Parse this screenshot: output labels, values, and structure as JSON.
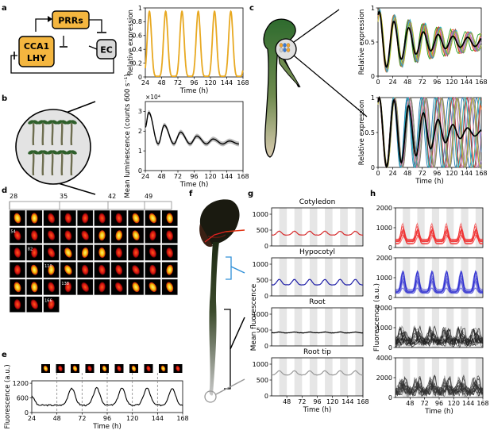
{
  "figure": {
    "panel_letters": [
      "a",
      "b",
      "c",
      "d",
      "e",
      "f",
      "g",
      "h"
    ]
  },
  "panel_a": {
    "genes": {
      "prr": "PRRs",
      "cca1": "CCA1",
      "lhy": "LHY",
      "ec": "EC"
    },
    "colors": {
      "gene_box": "#F4B63F",
      "ec_box": "#D9D9D9",
      "line": "#E8A922"
    }
  },
  "chart_data": [
    {
      "id": "a-expression",
      "type": "line",
      "title": "",
      "xlabel": "Time (h)",
      "ylabel": "Relative expression",
      "xlim": [
        24,
        168
      ],
      "ylim": [
        0,
        1
      ],
      "xticks": [
        "24",
        "48",
        "72",
        "96",
        "120",
        "144",
        "168"
      ],
      "yticks": [
        "0",
        "0.2",
        "0.4",
        "0.6",
        "0.8",
        "1"
      ],
      "period_h": 24,
      "first_peak_h": 30,
      "trough": 0.01,
      "peak": 0.95,
      "color": "#E8A922"
    },
    {
      "id": "b-luminescence",
      "type": "line",
      "xlabel": "Time (h)",
      "ylabel": "Mean luminescence (counts 600 s⁻¹)",
      "yscale_label": "×10⁴",
      "xlim": [
        24,
        168
      ],
      "ylim": [
        0,
        3.5
      ],
      "xticks": [
        "24",
        "48",
        "72",
        "96",
        "120",
        "144",
        "168"
      ],
      "yticks": [
        "0",
        "1",
        "2",
        "3"
      ],
      "peaks": [
        [
          29,
          2.95
        ],
        [
          52,
          2.3
        ],
        [
          76,
          1.95
        ],
        [
          100,
          1.75
        ],
        [
          124,
          1.6
        ],
        [
          148,
          1.5
        ]
      ],
      "troughs": [
        [
          24,
          2.2
        ],
        [
          43,
          1.35
        ],
        [
          66,
          1.35
        ],
        [
          90,
          1.35
        ],
        [
          114,
          1.35
        ],
        [
          138,
          1.35
        ],
        [
          162,
          1.35
        ]
      ],
      "color": "#000000"
    },
    {
      "id": "c-top-damped",
      "type": "line",
      "xlabel": "",
      "ylabel": "Relative expression",
      "xlim": [
        0,
        168
      ],
      "ylim": [
        0,
        1
      ],
      "xticks": [
        "0",
        "24",
        "48",
        "72",
        "96",
        "120",
        "144",
        "168"
      ],
      "yticks": [
        "0",
        "0.5",
        "1"
      ],
      "mean_amplitude_start": 0.42,
      "mean_amplitude_end": 0.04,
      "center": 0.5,
      "colors": [
        "#1f77b4",
        "#ff7f0e",
        "#2ca02c",
        "#d62728",
        "#9467bd",
        "#8c564b",
        "#e377c2",
        "#17becf",
        "#bcbd22",
        "#7f7f7f"
      ]
    },
    {
      "id": "c-bottom-desync",
      "type": "line",
      "xlabel": "Time (h)",
      "ylabel": "Relative expression",
      "xlim": [
        0,
        168
      ],
      "ylim": [
        0,
        1
      ],
      "xticks": [
        "0",
        "24",
        "48",
        "72",
        "96",
        "120",
        "144",
        "168"
      ],
      "yticks": [
        "0",
        "0.5",
        "1"
      ],
      "colors": [
        "#1f77b4",
        "#ff7f0e",
        "#2ca02c",
        "#d62728",
        "#9467bd",
        "#8c564b",
        "#e377c2",
        "#17becf",
        "#bcbd22",
        "#7f7f7f"
      ]
    },
    {
      "id": "e-fluorescence",
      "type": "line",
      "xlabel": "Time (h)",
      "ylabel": "Fluorescence (a.u.)",
      "xlim": [
        24,
        168
      ],
      "ylim": [
        0,
        1300
      ],
      "xticks": [
        "24",
        "48",
        "72",
        "96",
        "120",
        "144",
        "168"
      ],
      "yticks": [
        "0",
        "600",
        "1200"
      ],
      "dashed_at": [
        48,
        72,
        96,
        120,
        144
      ],
      "peaks": [
        [
          62,
          1000
        ],
        [
          86,
          1000
        ],
        [
          110,
          1000
        ],
        [
          134,
          1000
        ],
        [
          158,
          1000
        ]
      ],
      "baseline": 300
    },
    {
      "id": "g-cotyledon",
      "type": "line",
      "title": "Cotyledon",
      "color": "#D62728",
      "xlim": [
        24,
        168
      ],
      "ylim": [
        0,
        1200
      ],
      "yticks": [
        "0",
        "500",
        "1000"
      ],
      "mean": 380,
      "amp": 120
    },
    {
      "id": "g-hypocotyl",
      "type": "line",
      "title": "Hypocotyl",
      "color": "#1F1FA8",
      "xlim": [
        24,
        168
      ],
      "ylim": [
        0,
        1200
      ],
      "yticks": [
        "0",
        "500",
        "1000"
      ],
      "mean": 400,
      "amp": 170
    },
    {
      "id": "g-root",
      "type": "line",
      "title": "Root",
      "color": "#000000",
      "xlim": [
        24,
        168
      ],
      "ylim": [
        0,
        1200
      ],
      "yticks": [
        "0",
        "500",
        "1000"
      ],
      "mean": 420,
      "amp": 25
    },
    {
      "id": "g-roottip",
      "type": "line",
      "title": "Root tip",
      "color": "#999999",
      "xlim": [
        24,
        168
      ],
      "ylim": [
        0,
        1200
      ],
      "yticks": [
        "0",
        "500",
        "1000"
      ],
      "mean": 700,
      "amp": 130,
      "xlabel": "Time (h)",
      "xticks": [
        "48",
        "72",
        "96",
        "120",
        "144",
        "168"
      ]
    },
    {
      "id": "h-cotyledon",
      "type": "line",
      "color": "#F03030",
      "yticks": [
        "0",
        "1000",
        "2000"
      ],
      "ymax": 2000
    },
    {
      "id": "h-hypocotyl",
      "type": "line",
      "color": "#2828D0",
      "yticks": [
        "0",
        "1000",
        "2000"
      ],
      "ymax": 2000
    },
    {
      "id": "h-root",
      "type": "line",
      "color": "#202020",
      "yticks": [
        "0",
        "1000",
        "2000"
      ],
      "ymax": 2000
    },
    {
      "id": "h-roottip",
      "type": "line",
      "color": "#303030",
      "yticks": [
        "0",
        "2000",
        "4000"
      ],
      "ymax": 4000,
      "xlabel": "Time (h)",
      "xticks": [
        "48",
        "72",
        "96",
        "120",
        "144",
        "168"
      ]
    }
  ],
  "panel_d": {
    "time_markers": [
      "28",
      "35",
      "42",
      "49"
    ],
    "frame_labels": [
      "54",
      "82",
      "110",
      "138",
      "166"
    ]
  },
  "panel_g": {
    "ylabel": "Mean fluorescence"
  },
  "panel_h": {
    "ylabel": "Fluorescence (a.u.)"
  }
}
